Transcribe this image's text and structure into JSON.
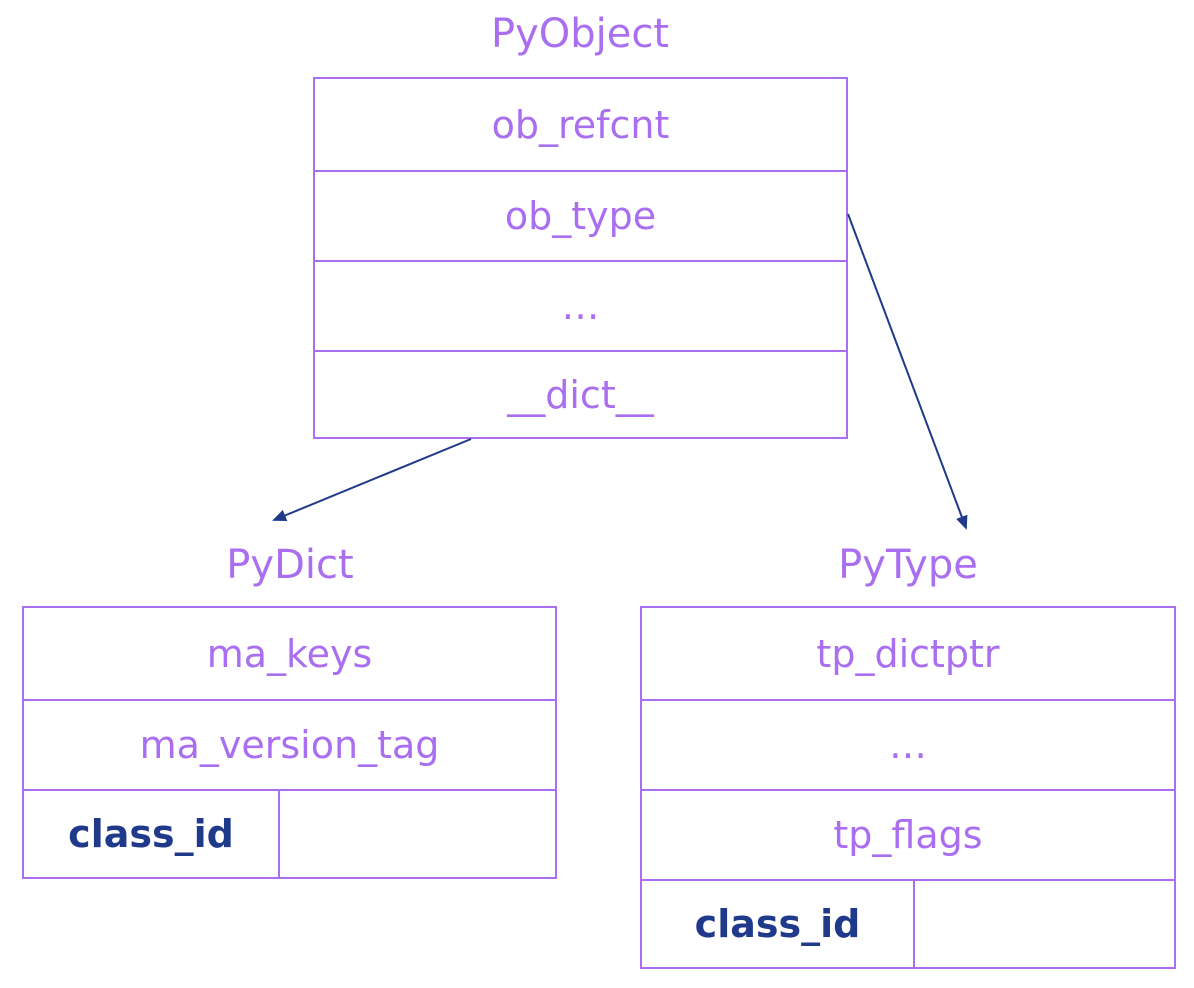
{
  "pyobject": {
    "title": "PyObject",
    "fields": [
      "ob_refcnt",
      "ob_type",
      "…",
      "__dict__"
    ]
  },
  "pydict": {
    "title": "PyDict",
    "fields": [
      "ma_keys",
      "ma_version_tag"
    ],
    "extra_field": "class_id"
  },
  "pytype": {
    "title": "PyType",
    "fields": [
      "tp_dictptr",
      "…",
      "tp_flags"
    ],
    "extra_field": "class_id"
  },
  "colors": {
    "struct_text": "#a96ff0",
    "border": "#a96ff0",
    "highlight_text": "#1f3a8a",
    "arrow": "#1f3a8a"
  }
}
